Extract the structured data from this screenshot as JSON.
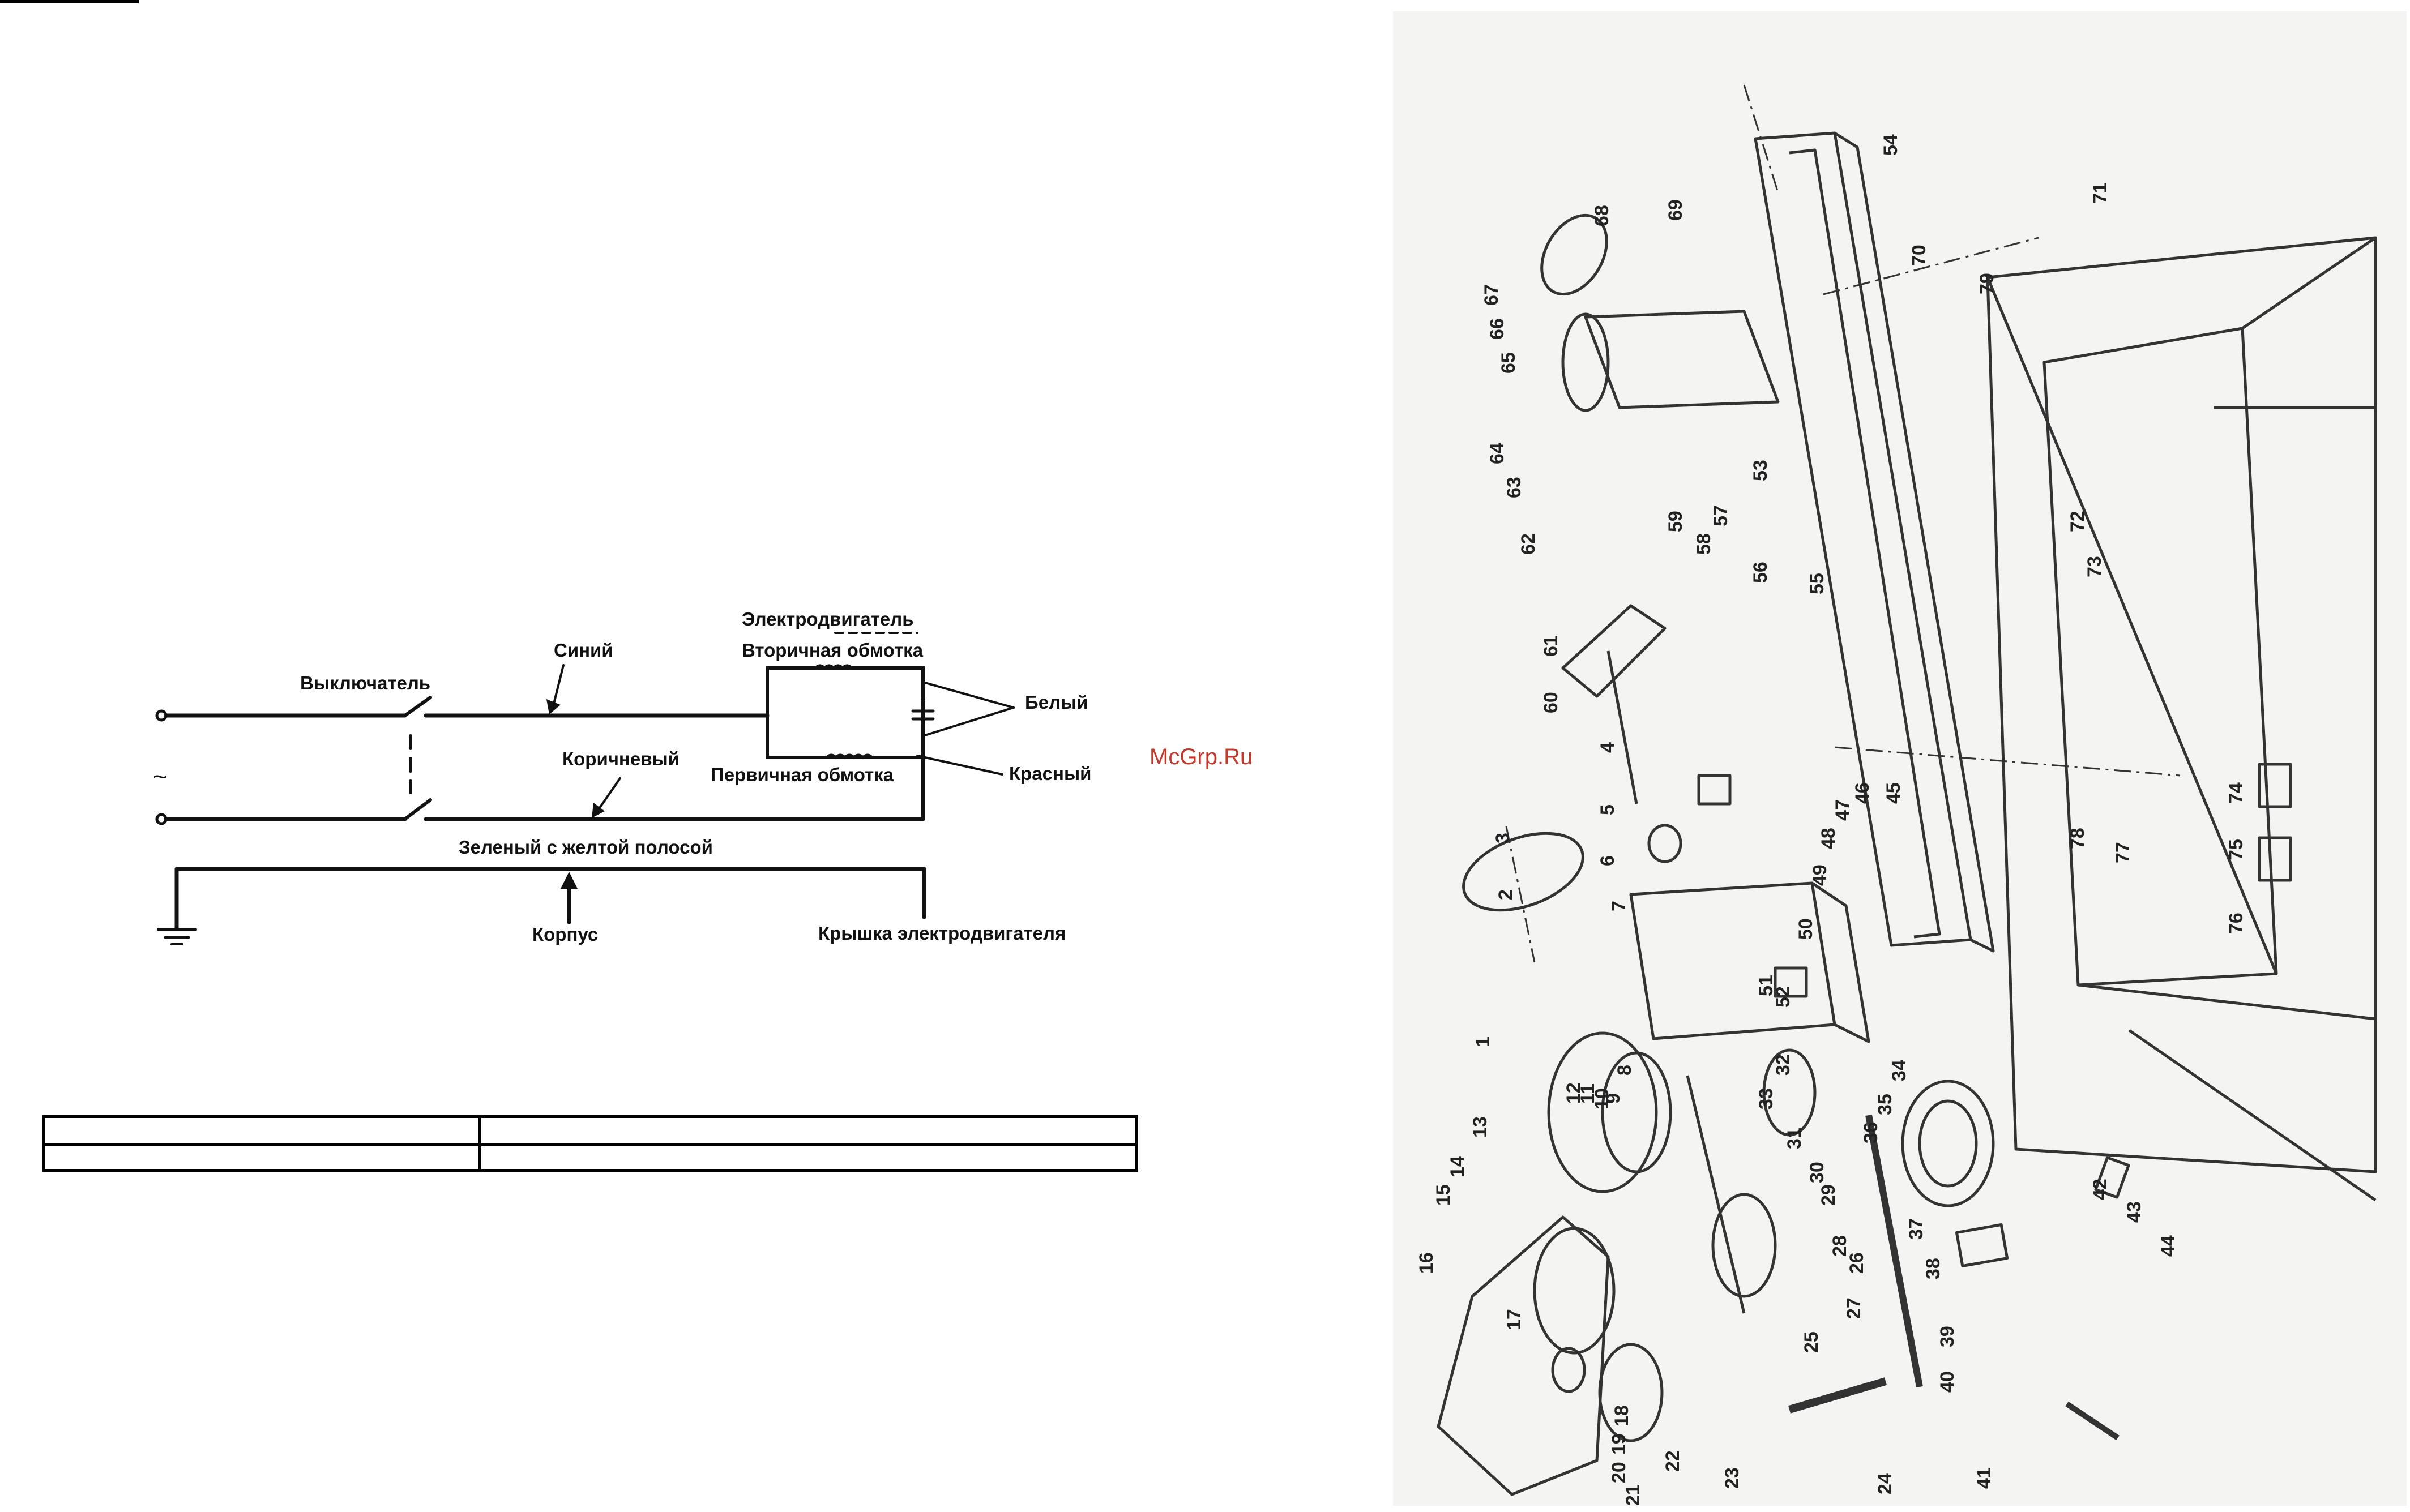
{
  "wiring": {
    "switch_label": "Выключатель",
    "wire_blue": "Синий",
    "motor_label": "Электродвигатель",
    "secondary_winding": "Вторичная обмотка",
    "wire_white": "Белый",
    "wire_brown": "Коричневый",
    "primary_winding": "Первичная обмотка",
    "wire_red": "Красный",
    "ground_wire": "Зеленый с желтой полосой",
    "case_label": "Корпус",
    "motor_cover_label": "Крышка электродвигателя",
    "ac_symbol": "~"
  },
  "watermark": "McGrp.Ru",
  "parts_diagram": {
    "part_numbers": [
      "1",
      "2",
      "3",
      "4",
      "5",
      "6",
      "7",
      "8",
      "9",
      "10",
      "11",
      "12",
      "13",
      "14",
      "15",
      "16",
      "17",
      "18",
      "19",
      "20",
      "21",
      "22",
      "23",
      "24",
      "25",
      "26",
      "27",
      "28",
      "29",
      "30",
      "31",
      "32",
      "33",
      "34",
      "35",
      "36",
      "37",
      "38",
      "39",
      "40",
      "41",
      "42",
      "43",
      "44",
      "45",
      "46",
      "47",
      "48",
      "49",
      "50",
      "51",
      "52",
      "53",
      "54",
      "55",
      "56",
      "57",
      "58",
      "59",
      "60",
      "61",
      "62",
      "63",
      "64",
      "65",
      "66",
      "67",
      "68",
      "69",
      "70",
      "71",
      "72",
      "73",
      "74",
      "75",
      "76",
      "77",
      "78",
      "79"
    ]
  }
}
